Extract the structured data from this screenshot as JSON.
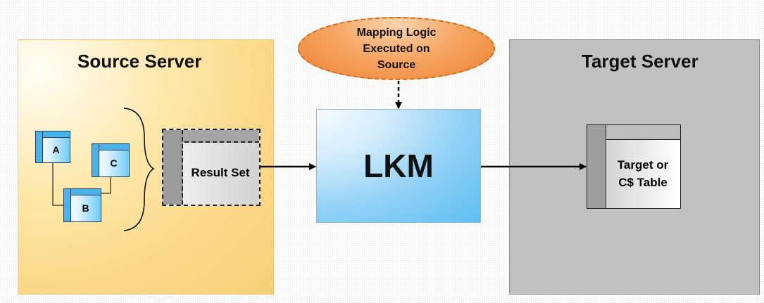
{
  "source_server": {
    "title": "Source Server",
    "tables": [
      "A",
      "C",
      "B"
    ],
    "result_set": "Result Set"
  },
  "lkm": {
    "label": "LKM"
  },
  "mapping_logic": {
    "line1": "Mapping Logic",
    "line2": "Executed on",
    "line3": "Source"
  },
  "target_server": {
    "title": "Target Server",
    "table_line1": "Target or",
    "table_line2": "C$ Table"
  },
  "colors": {
    "source_fill": "#fbd98a",
    "target_fill": "#c1c1c1",
    "lkm_fill": "#5cbef1",
    "mapping_fill": "#ee8231",
    "table_header": "#49b4ec"
  }
}
